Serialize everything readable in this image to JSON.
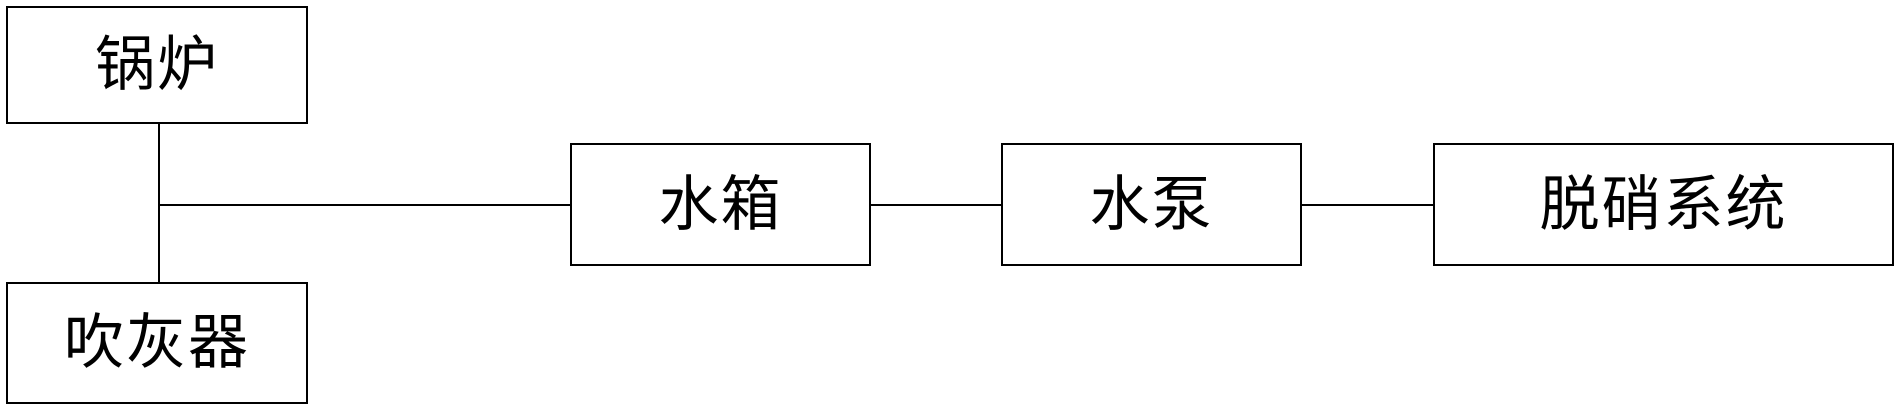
{
  "diagram": {
    "boxes": {
      "boiler": "锅炉",
      "soot_blower": "吹灰器",
      "water_tank": "水箱",
      "water_pump": "水泵",
      "denitration_system": "脱硝系统"
    }
  }
}
